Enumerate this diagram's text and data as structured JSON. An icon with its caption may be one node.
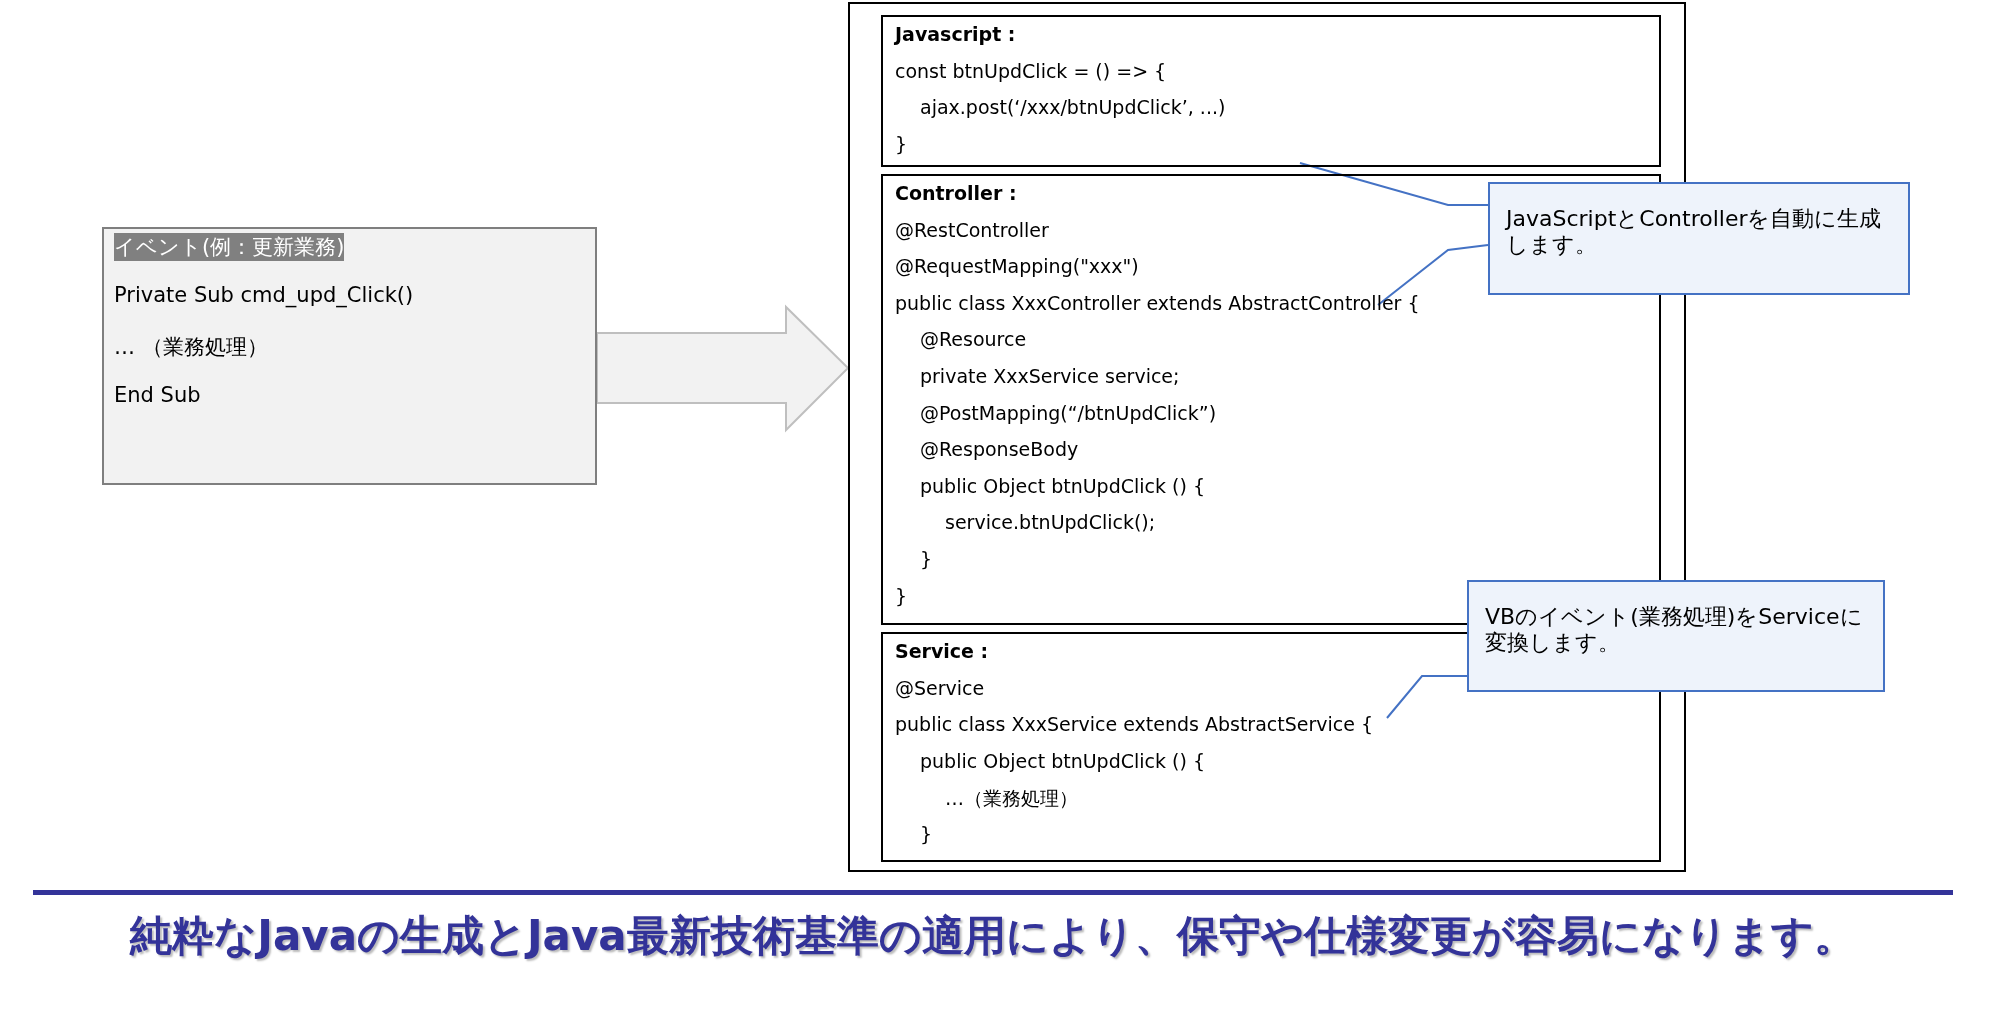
{
  "diagram": {
    "caption": "純粋なJavaの生成とJava最新技術基準の適用により、保守や仕様変更が容易になります。",
    "nodes": [
      {
        "text": [
          "イベント(例：更新業務)",
          "Private Sub cmd_upd_Click()",
          "… （業務処理）",
          "End Sub"
        ]
      },
      {
        "text": [],
        "shape": "box"
      },
      {
        "text": [
          "Javascript :",
          "const btnUpdClick = () => {",
          "ajax.post(‘/xxx/btnUpdClick’, ...)",
          "}"
        ],
        "in": 1
      },
      {
        "text": [
          "Controller :",
          "@RestController",
          "@RequestMapping(\"xxx\")",
          "public class XxxController extends AbstractController {",
          "@Resource",
          "private XxxService service;",
          "@PostMapping(“/btnUpdClick”)",
          "@ResponseBody",
          "public Object btnUpdClick () {",
          "service.btnUpdClick();",
          "}",
          "}"
        ],
        "in": 1
      },
      {
        "text": [
          "Service :",
          "@Service",
          "public class XxxService extends AbstractService {",
          "public Object btnUpdClick () {",
          "…（業務処理）",
          "}"
        ],
        "in": 1
      },
      {
        "text": [
          "JavaScriptとControllerを自動に生成します。"
        ]
      },
      {
        "text": [
          "VBのイベント(業務処理)をServiceに変換します。"
        ]
      }
    ],
    "edges": [
      {
        "from": 0,
        "to": 1,
        "arrow": "to"
      },
      {
        "from": 5,
        "to": 2,
        "arrow": "none"
      },
      {
        "from": 5,
        "to": 3,
        "arrow": "none"
      },
      {
        "from": 6,
        "to": 4,
        "arrow": "none"
      }
    ]
  }
}
